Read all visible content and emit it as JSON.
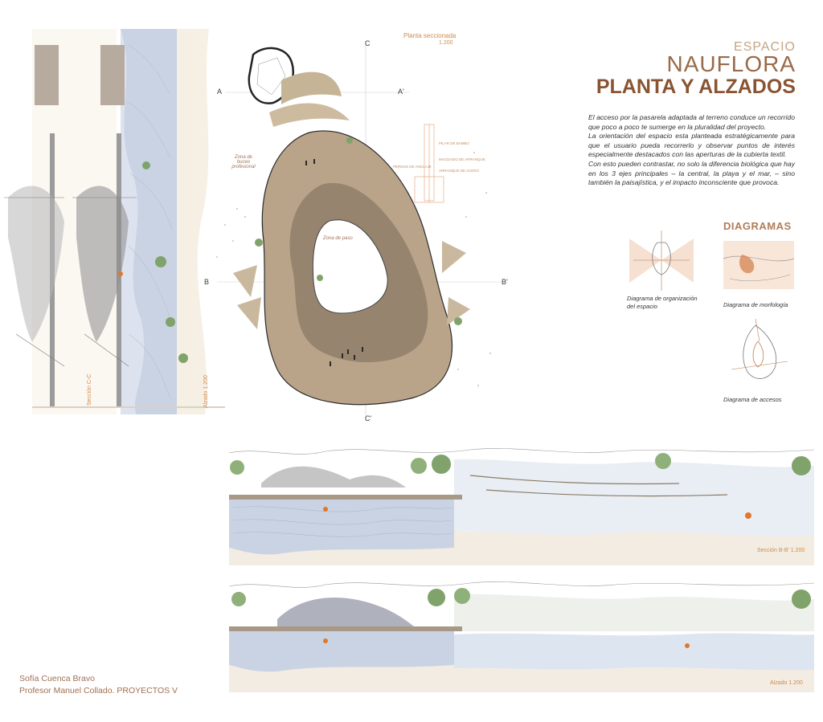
{
  "header": {
    "kicker": "ESPACIO",
    "title": "NAUFLORA",
    "subtitle": "PLANTA Y ALZADOS"
  },
  "description": [
    "El acceso por la pasarela adaptada al terreno conduce un recorrido que poco a poco te sumerge en la pluralidad del proyecto.",
    "La orientación del espacio esta planteada estratégicamente para que el usuario pueda recorrerlo y observar puntos de interés especialmente destacados con las aperturas de la cubierta textil.",
    "Con esto pueden contrastar, no solo la diferencia biológica que hay en los 3 ejes principales – la central, la playa y el mar, – sino también la paisajística, y el impacto inconsciente que provoca."
  ],
  "diagrams": {
    "title": "DIAGRAMAS",
    "items": [
      {
        "caption": "Diagrama de organización del espacio"
      },
      {
        "caption": "Diagrama de morfología"
      },
      {
        "caption": "Diagrama de accesos"
      }
    ]
  },
  "plan": {
    "heading": "Planta seccionada",
    "scale": "1.200",
    "markers": {
      "a_left": "A",
      "a_right": "A'",
      "b_left": "B",
      "b_right": "B'",
      "c_top": "C",
      "c_bottom": "C'"
    },
    "zone_diving": "Zona de buceo profesional",
    "zone_void": "Zona de paso",
    "detail_labels": [
      "PILAR DE BAMBÚ",
      "MACIZADO DE ARRANQUE",
      "PERNOS DE ANCLAJE",
      "ARRANQUE DE ACERO"
    ]
  },
  "left_sections": {
    "section_cc": "Sección C-C",
    "elevation": "Alzado 1.200"
  },
  "bottom_sections": {
    "section_bb": "Sección B-B' 1.200",
    "elevation": "Alzado 1.200"
  },
  "credits": {
    "author": "Sofía Cuenca Bravo",
    "professor": "Profesor Manuel Collado. PROYECTOS V"
  },
  "colors": {
    "accent": "#9a6a48",
    "deck": "#b9a48a",
    "deck_dark": "#8b7a65",
    "water": "#c9d3e3",
    "sand": "#f3ece2",
    "orange": "#e0772c"
  }
}
